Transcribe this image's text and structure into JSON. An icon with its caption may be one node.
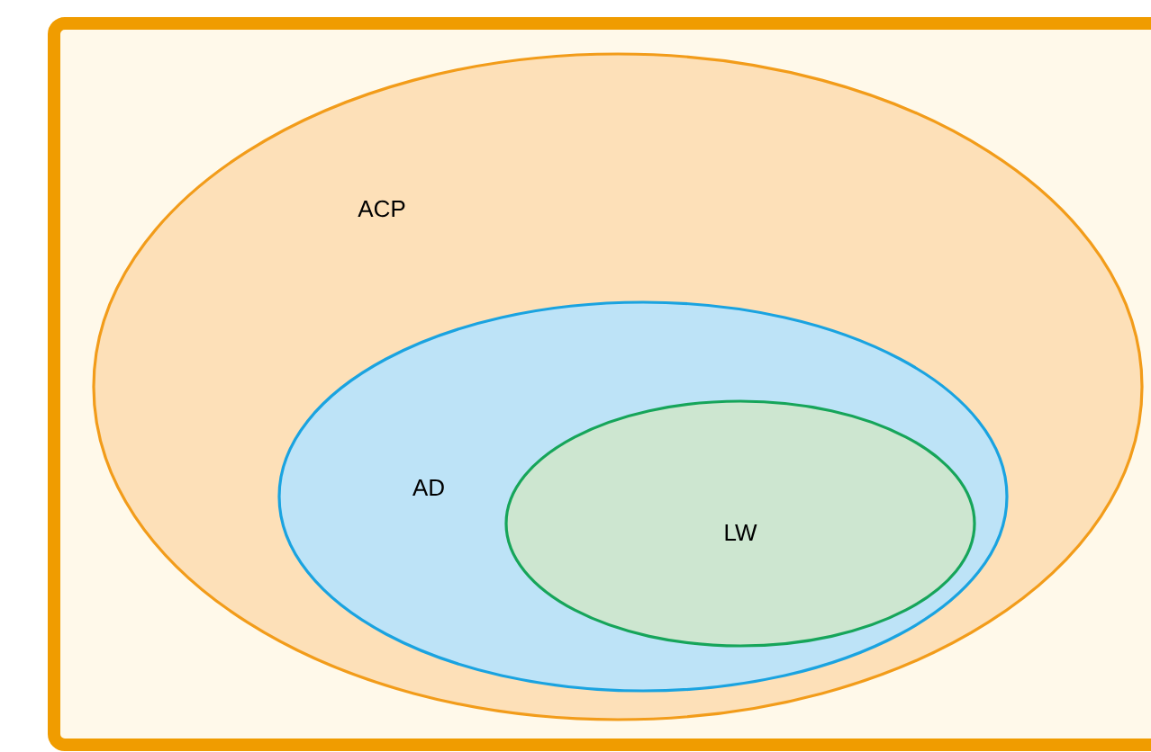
{
  "diagram": {
    "nodes": [
      {
        "text": [
          "ACP"
        ]
      },
      {
        "text": [
          "AD"
        ],
        "in": 0
      },
      {
        "text": [
          "LW"
        ],
        "in": 1
      }
    ]
  }
}
